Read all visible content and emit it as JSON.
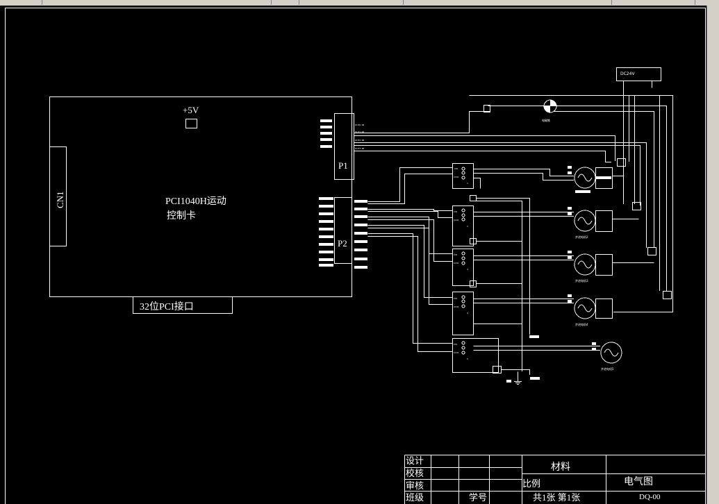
{
  "card": {
    "power_label": "+5V",
    "title_line1": "PCI1040H运动",
    "title_line2": "控制卡",
    "connector_cn1": "CN1",
    "connector_p1": "P1",
    "connector_p2": "P2",
    "bus_label": "32位PCI接口"
  },
  "power_supply": {
    "label": "DC24V"
  },
  "brake": {
    "label": "电磁铁"
  },
  "p1_signals": [
    "OUT0 1B",
    "OUT1 2B",
    "OUT2 3B",
    "OUT3 4B"
  ],
  "drivers": [
    {
      "number": "1",
      "pin_labels": [
        "CW",
        "CCW"
      ]
    },
    {
      "number": "2",
      "pin_labels": [
        "CW",
        "CCW"
      ]
    },
    {
      "number": "3",
      "pin_labels": [
        "CW",
        "CCW"
      ]
    },
    {
      "number": "4",
      "pin_labels": [
        "CW",
        "CCW"
      ]
    },
    {
      "number": "5",
      "pin_labels": [
        "CW",
        "CCW"
      ]
    }
  ],
  "motors": [
    {
      "label": ""
    },
    {
      "label": "步进电机2"
    },
    {
      "label": "步进电机3"
    },
    {
      "label": "步进电机4"
    },
    {
      "label": "步进电机5"
    }
  ],
  "title_block": {
    "design": "设计",
    "check": "校核",
    "review": "审核",
    "class": "班级",
    "student_no": "学号",
    "material": "材料",
    "scale": "比例",
    "drawing_name": "电气图",
    "sheets": "共1张 第1张",
    "drawing_no": "DQ-00"
  }
}
